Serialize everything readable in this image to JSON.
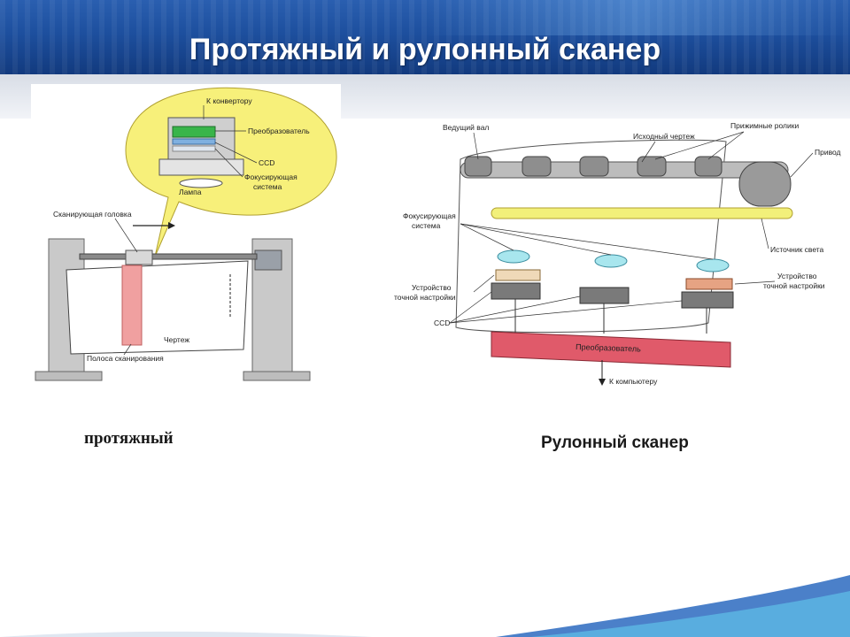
{
  "slide": {
    "title": "Протяжный и рулонный сканер",
    "colors": {
      "header": "#1d4f9e",
      "callout": "#f7f07a",
      "converter": "#e05a6a",
      "strip": "#f0a0a0"
    }
  },
  "left_diagram": {
    "caption": "протяжный",
    "labels": {
      "to_converter": "К конвертору",
      "converter": "Преобразователь",
      "ccd": "CCD",
      "focusing_1": "Фокусирующая",
      "focusing_2": "система",
      "lamp": "Лампа",
      "scan_head": "Сканирующая головка",
      "drawing": "Чертеж",
      "scan_strip": "Полоса сканирования"
    }
  },
  "right_diagram": {
    "caption": "Рулонный сканер",
    "labels": {
      "drive_shaft": "Ведущий вал",
      "source_drawing": "Исходный чертеж",
      "pressure_rollers": "Прижимные ролики",
      "drive": "Привод",
      "focusing_1": "Фокусирующая",
      "focusing_2": "система",
      "light_source": "Источник света",
      "fine_adjust_1": "Устройство",
      "fine_adjust_2": "точной настройки",
      "ccd": "CCD",
      "converter": "Преобразователь",
      "to_computer": "К компьютеру"
    }
  }
}
